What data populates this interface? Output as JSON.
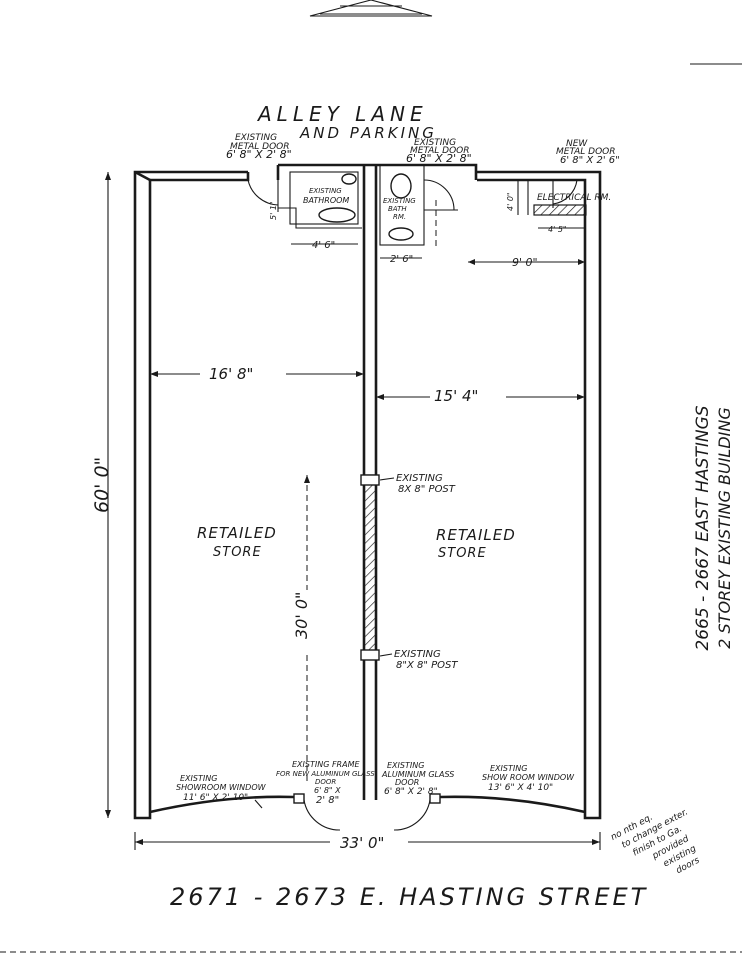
{
  "plan": {
    "top_street": {
      "line1": "ALLEY LANE",
      "line2": "AND PARKING"
    },
    "doors": {
      "left_existing": {
        "line1": "EXISTING",
        "line2": "METAL DOOR",
        "line3": "6' 8\" X 2' 8\""
      },
      "center_existing": {
        "line1": "EXISTING",
        "line2": "METAL DOOR",
        "line3": "6' 8\" X 2' 8\""
      },
      "new_metal": {
        "line1": "NEW",
        "line2": "METAL DOOR",
        "line3": "6' 8\" X 2' 6\""
      }
    },
    "rooms": {
      "left_bathroom": {
        "line1": "EXISTING",
        "line2": "BATHROOM"
      },
      "right_bathroom": {
        "line1": "EXISTING",
        "line2": "BATH",
        "line3": "RM."
      },
      "electrical": "ELECTRICAL RM.",
      "left_store": {
        "line1": "RETAILED",
        "line2": "STORE"
      },
      "right_store": {
        "line1": "RETAILED",
        "line2": "STORE"
      }
    },
    "dimensions": {
      "overall_depth": "60' 0\"",
      "left_width": "16' 8\"",
      "right_width": "15' 4\"",
      "partition_length": "30' 0\"",
      "overall_width": "33' 0\"",
      "bath_width": "4' 6\"",
      "bath_depth": "5' 1\"",
      "corridor": "2' 6\"",
      "rear_right": "9' 0\"",
      "elec_width": "4' 5\"",
      "elec_depth": "4' 0\""
    },
    "posts": {
      "upper": {
        "line1": "EXISTING",
        "line2": "8X 8\" POST"
      },
      "lower": {
        "line1": "EXISTING",
        "line2": "8\"X 8\" POST"
      }
    },
    "front": {
      "left_window": {
        "line1": "EXISTING",
        "line2": "SHOWROOM WINDOW",
        "line3": "11' 6\" X 2' 10\""
      },
      "frame": {
        "line1": "EXISTING FRAME",
        "line2": "FOR NEW ALUMINUM GLASS",
        "line3": "DOOR",
        "line4": "6' 8\" X",
        "line5": "2' 8\""
      },
      "center_door": {
        "line1": "EXISTING",
        "line2": "ALUMINUM GLASS",
        "line3": "DOOR",
        "line4": "6' 8\" X 2' 8\""
      },
      "right_window": {
        "line1": "EXISTING",
        "line2": "SHOW ROOM WINDOW",
        "line3": "13' 6\" X 4' 10\""
      }
    },
    "building_title": {
      "line1": "2665 - 2667 EAST HASTINGS",
      "line2": "2 STOREY EXISTING BUILDING"
    },
    "street_address": "2671 - 2673 E. HASTING STREET",
    "margin_note": {
      "line1": "no nth eq.",
      "line2": "to change exter.",
      "line3": "finish to Ga.",
      "line4": "provided",
      "line5": "existing",
      "line6": "doors"
    }
  }
}
